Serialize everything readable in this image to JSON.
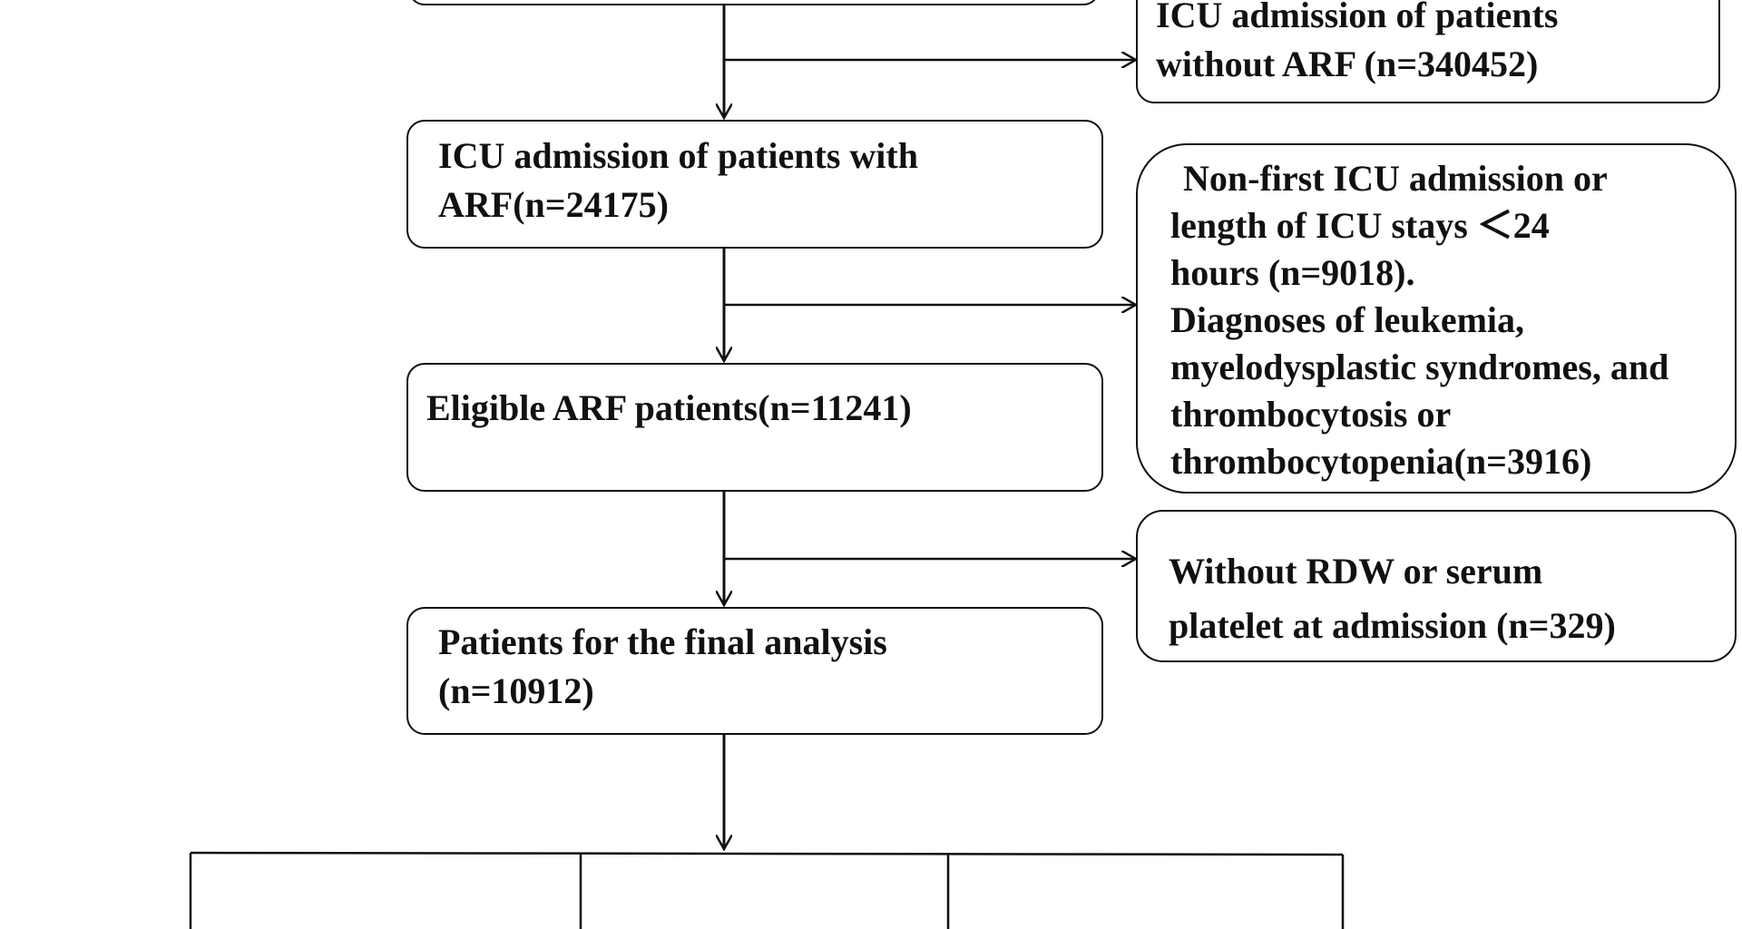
{
  "flowchart": {
    "top_partial_box": {
      "text": ""
    },
    "exclusion_1": {
      "lines": [
        "ICU admission of patients",
        "without ARF (n=340452)"
      ]
    },
    "step_arf": {
      "lines": [
        "ICU admission of patients with",
        "ARF(n=24175)"
      ]
    },
    "exclusion_2": {
      "lines": [
        "Non-first ICU admission or",
        "length of ICU stays ＜24",
        "hours (n=9018).",
        "Diagnoses of leukemia,",
        "myelodysplastic syndromes,  and",
        "thrombocytosis or",
        "thrombocytopenia(n=3916)"
      ]
    },
    "step_eligible": {
      "lines": [
        "Eligible ARF patients(n=11241)"
      ]
    },
    "exclusion_3": {
      "lines": [
        "Without RDW or  serum",
        "platelet at admission  (n=329)"
      ]
    },
    "step_final": {
      "lines": [
        "Patients for the final analysis",
        "(n=10912)"
      ]
    },
    "colors": {
      "stroke": "#111111",
      "background": "#ffffff",
      "text": "#111111"
    }
  }
}
